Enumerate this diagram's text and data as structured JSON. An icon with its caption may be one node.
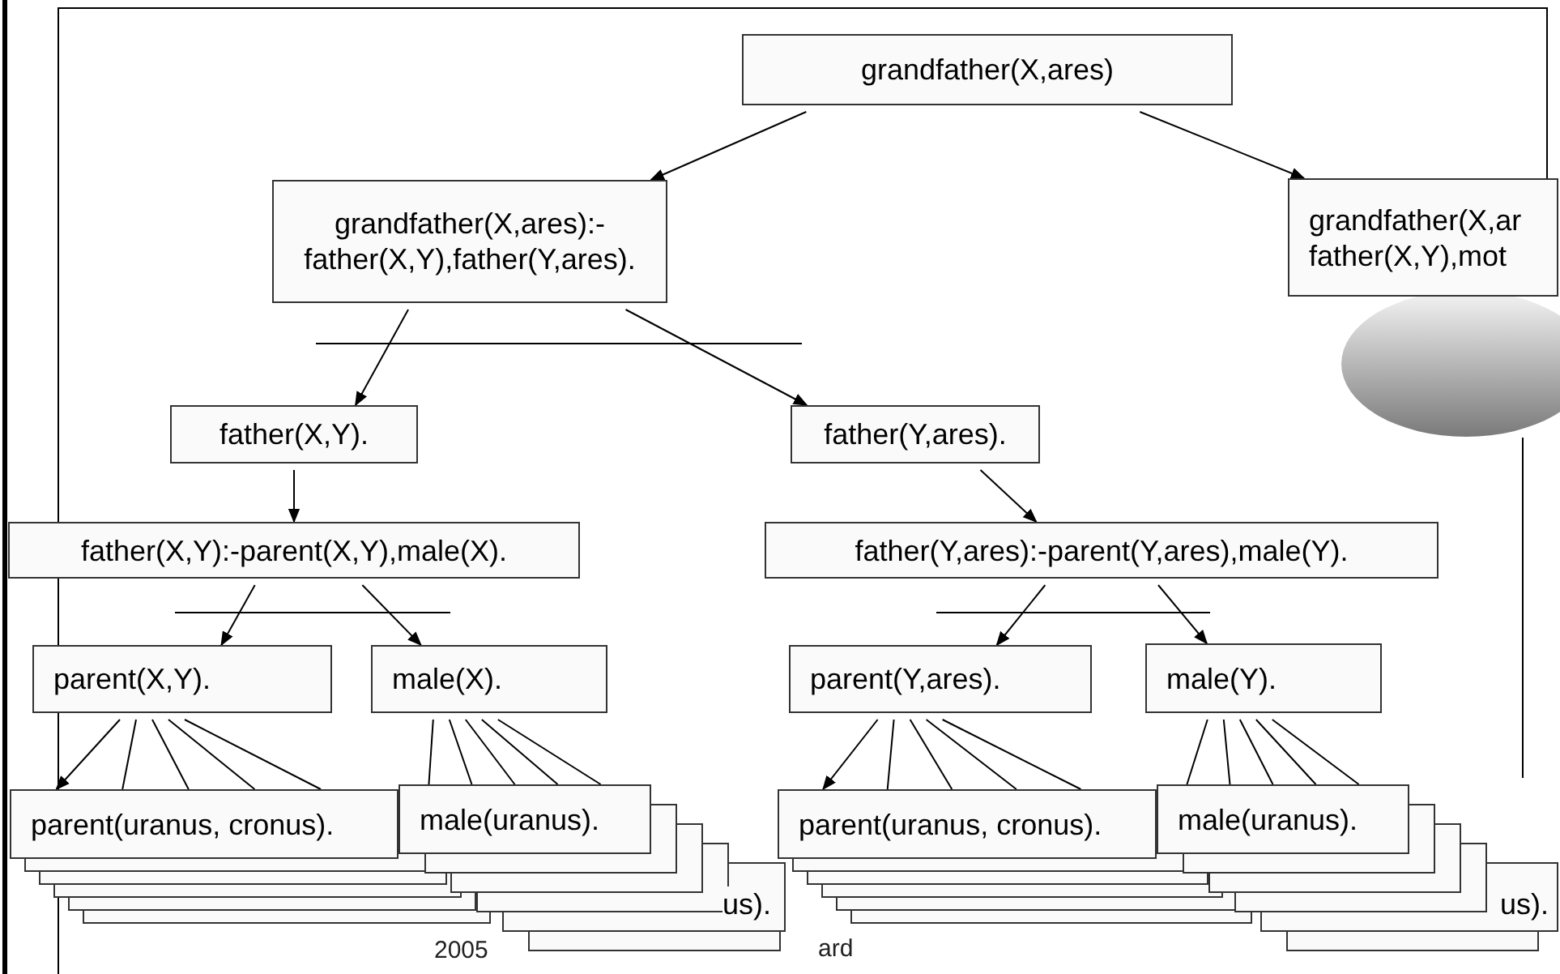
{
  "diagram": {
    "nodes": [
      {
        "text": [
          "grandfather(X,ares)"
        ]
      },
      {
        "text": [
          "grandfather(X,ares):- father(X,Y),father(Y,ares)."
        ]
      },
      {
        "text": [
          "grandfather(X,ar father(X,Y),mot"
        ]
      },
      {
        "text": [
          "father(X,Y)."
        ]
      },
      {
        "text": [
          "father(Y,ares)."
        ]
      },
      {
        "text": [
          "father(X,Y):-parent(X,Y),male(X)."
        ]
      },
      {
        "text": [
          "father(Y,ares):-parent(Y,ares),male(Y)."
        ]
      },
      {
        "text": [
          "parent(X,Y)."
        ]
      },
      {
        "text": [
          "male(X)."
        ]
      },
      {
        "text": [
          "parent(Y,ares)."
        ]
      },
      {
        "text": [
          "male(Y)."
        ]
      },
      {
        "text": [
          "parent(uranus, cronus)."
        ]
      },
      {
        "text": [
          "male(uranus)."
        ]
      },
      {
        "text": [
          "parent(uranus, cronus)."
        ]
      },
      {
        "text": [
          "male(uranus)."
        ]
      },
      {
        "text": [],
        "shape": "ellipse"
      }
    ],
    "edges": [
      {
        "from": 0,
        "to": 1,
        "arrow": "to"
      },
      {
        "from": 0,
        "to": 2,
        "arrow": "to"
      },
      {
        "from": 1,
        "to": 3,
        "arrow": "to"
      },
      {
        "from": 1,
        "to": 4,
        "arrow": "to"
      },
      {
        "from": 3,
        "to": 5,
        "arrow": "to"
      },
      {
        "from": 4,
        "to": 6,
        "arrow": "to"
      },
      {
        "from": 5,
        "to": 7,
        "arrow": "to"
      },
      {
        "from": 5,
        "to": 8,
        "arrow": "to"
      },
      {
        "from": 6,
        "to": 9,
        "arrow": "to"
      },
      {
        "from": 6,
        "to": 10,
        "arrow": "to"
      },
      {
        "from": 7,
        "to": 11,
        "arrow": "to"
      },
      {
        "from": 7,
        "to": 11,
        "arrow": "none"
      },
      {
        "from": 7,
        "to": 11,
        "arrow": "none"
      },
      {
        "from": 7,
        "to": 11,
        "arrow": "none"
      },
      {
        "from": 7,
        "to": 11,
        "arrow": "none"
      },
      {
        "from": 8,
        "to": 12,
        "arrow": "none"
      },
      {
        "from": 8,
        "to": 12,
        "arrow": "none"
      },
      {
        "from": 8,
        "to": 12,
        "arrow": "none"
      },
      {
        "from": 8,
        "to": 12,
        "arrow": "none"
      },
      {
        "from": 8,
        "to": 12,
        "arrow": "none"
      },
      {
        "from": 9,
        "to": 13,
        "arrow": "to"
      },
      {
        "from": 9,
        "to": 13,
        "arrow": "none"
      },
      {
        "from": 9,
        "to": 13,
        "arrow": "none"
      },
      {
        "from": 9,
        "to": 13,
        "arrow": "none"
      },
      {
        "from": 9,
        "to": 13,
        "arrow": "none"
      },
      {
        "from": 10,
        "to": 14,
        "arrow": "none"
      },
      {
        "from": 10,
        "to": 14,
        "arrow": "none"
      },
      {
        "from": 10,
        "to": 14,
        "arrow": "none"
      },
      {
        "from": 10,
        "to": 14,
        "arrow": "none"
      },
      {
        "from": 10,
        "to": 14,
        "arrow": "none"
      }
    ],
    "labels": [
      "us).",
      "us).",
      "ard",
      "2005"
    ]
  }
}
